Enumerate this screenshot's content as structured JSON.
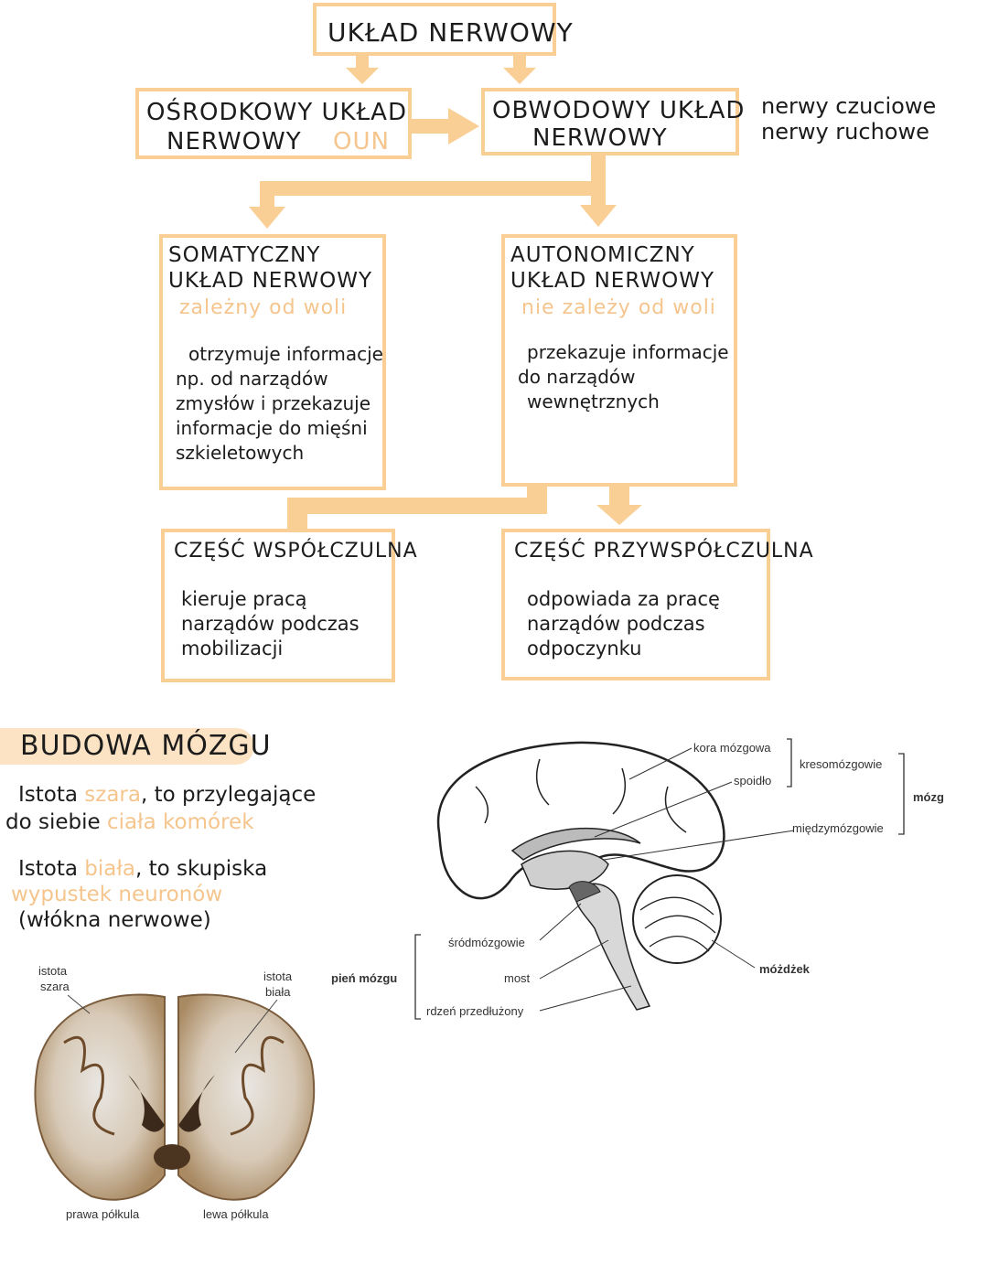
{
  "flowchart": {
    "root": "UKŁAD NERWOWY",
    "central": {
      "line1": "OŚRODKOWY UKŁAD",
      "line2": "NERWOWY",
      "abbr": "OUN"
    },
    "peripheral": {
      "line1": "OBWODOWY UKŁAD",
      "line2": "NERWOWY"
    },
    "nerve_types": {
      "sensory": "nerwy czuciowe",
      "motor": "nerwy ruchowe"
    },
    "somatic": {
      "line1": "SOMATYCZNY",
      "line2": "UKŁAD NERWOWY",
      "note": "zależny od woli",
      "body": [
        "otrzymuje informacje",
        "np. od narządów",
        "zmysłów i przekazuje",
        "informacje do mięśni",
        "szkieletowych"
      ]
    },
    "autonomic": {
      "line1": "AUTONOMICZNY",
      "line2": "UKŁAD NERWOWY",
      "note": "nie zależy od woli",
      "body": [
        "przekazuje informacje",
        "do narządów",
        "wewnętrznych"
      ]
    },
    "sympathetic": {
      "title": "CZĘŚĆ WSPÓŁCZULNA",
      "body": [
        "kieruje pracą",
        "narządów podczas",
        "mobilizacji"
      ]
    },
    "parasympathetic": {
      "title": "CZĘŚĆ PRZYWSPÓŁCZULNA",
      "body": [
        "odpowiada za pracę",
        "narządów podczas",
        "odpoczynku"
      ]
    }
  },
  "brain_section": {
    "heading": "BUDOWA MÓZGU",
    "grey_matter": {
      "a": "Istota",
      "b": "szara",
      "c": ", to przylegające",
      "d": "do siebie",
      "e": "ciała komórek"
    },
    "white_matter": {
      "a": "Istota",
      "b": "biała",
      "c": ", to skupiska",
      "d": "wypustek neuronów",
      "e": "(włókna nerwowe)"
    },
    "photo_labels": {
      "grey": [
        "istota",
        "szara"
      ],
      "white": [
        "istota",
        "biała"
      ],
      "right": "prawa półkula",
      "left": "lewa półkula"
    },
    "diagram_labels": {
      "cortex": "kora mózgowa",
      "corpus_callosum": "spoidło",
      "telencephalon": "kresomózgowie",
      "diencephalon": "międzymózgowie",
      "brain": "mózg",
      "midbrain": "śródmózgowie",
      "pons": "most",
      "medulla": "rdzeń przedłużony",
      "brainstem": "pień mózgu",
      "cerebellum": "móżdżek"
    }
  },
  "colors": {
    "accent": "#f9cf96",
    "arrow": "#f9cf96",
    "note": "#f5c58d",
    "heading_bg": "#fbe3c4"
  }
}
